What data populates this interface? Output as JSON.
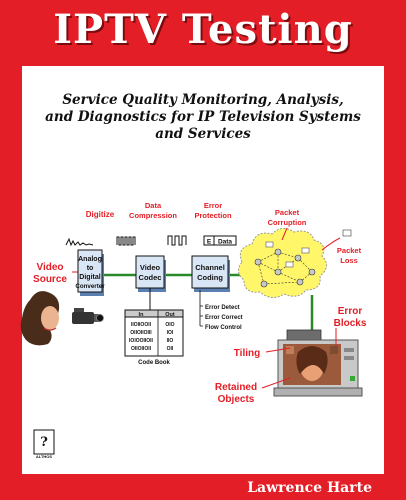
{
  "cover": {
    "title": "IPTV Testing",
    "subtitle_line1": "Service Quality Monitoring, Analysis,",
    "subtitle_line2": "and Diagnostics for IP Television Systems",
    "subtitle_line3": "and Services",
    "author": "Lawrence Harte",
    "publisher_logo": "ALTHOS"
  },
  "diagram": {
    "digitize": "Digitize",
    "data_compression_1": "Data",
    "data_compression_2": "Compression",
    "error_protection_1": "Error",
    "error_protection_2": "Protection",
    "packet_corruption_1": "Packet",
    "packet_corruption_2": "Corruption",
    "packet_loss_1": "Packet",
    "packet_loss_2": "Loss",
    "video_source_1": "Video",
    "video_source_2": "Source",
    "adc_1": "Analog",
    "adc_2": "to",
    "adc_3": "Digital",
    "adc_4": "Converter",
    "video_codec_1": "Video",
    "video_codec_2": "Codec",
    "channel_coding_1": "Channel",
    "channel_coding_2": "Coding",
    "packet_e": "E",
    "packet_data": "Data",
    "error_detect": "Error Detect",
    "error_correct": "Error Correct",
    "flow_control": "Flow Control",
    "codebook_in": "In",
    "codebook_out": "Out",
    "codebook_label": "Code Book",
    "codebook_rows": [
      [
        "IIOIIOOII",
        "OIO"
      ],
      [
        "OIIOIIOIII",
        "IOI"
      ],
      [
        "IOIOOIIOII",
        "IIO"
      ],
      [
        "OIIOIIOII",
        "OII"
      ]
    ],
    "error_blocks_1": "Error",
    "error_blocks_2": "Blocks",
    "tiling": "Tiling",
    "retained_1": "Retained",
    "retained_2": "Objects"
  },
  "colors": {
    "background": "#e31e26",
    "panel": "#ffffff",
    "box_fill": "#d9e6f5",
    "cloud": "#fff66a",
    "line": "#2a8a2a"
  }
}
